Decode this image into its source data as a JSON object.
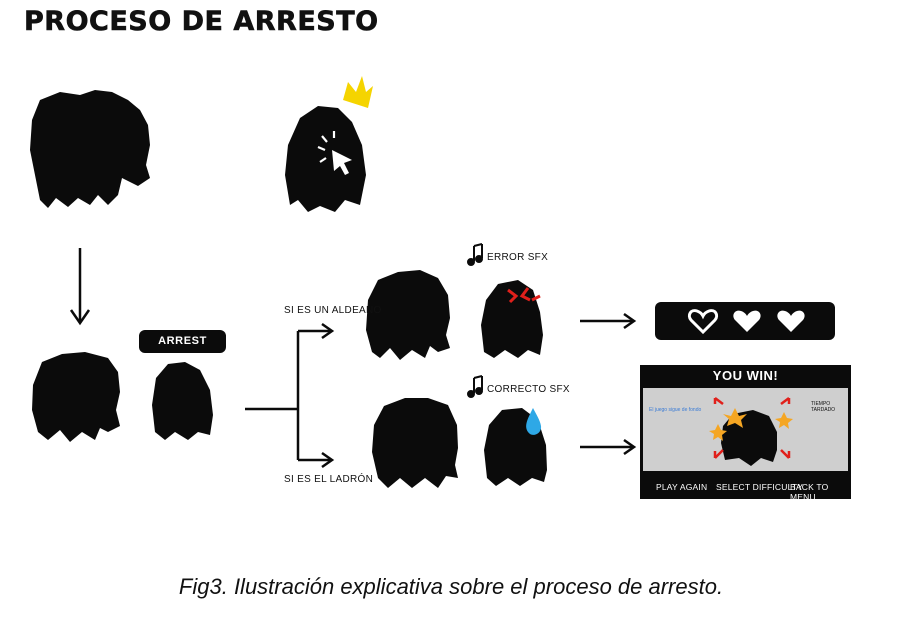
{
  "title": "PROCESO DE ARRESTO",
  "arrest_label": "ARREST",
  "branch_villager": "SI ES UN ALDEANO",
  "branch_thief": "SI ES EL LADRÓN",
  "sfx_error": "ERROR SFX",
  "sfx_correct": "CORRECTO SFX",
  "win_screen": {
    "title": "YOU WIN!",
    "left_note": "El juego sigue de fondo",
    "right_note": "TIEMPO TARDADO",
    "buttons": [
      "PLAY AGAIN",
      "SELECT DIFFICULTY",
      "BACK TO MENU"
    ]
  },
  "lives": {
    "hearts_total": 3,
    "hearts_filled": 2
  },
  "caption": "Fig3. Ilustración explicativa sobre el proceso de arresto.",
  "colors": {
    "ink": "#0b0b0b",
    "crown": "#f5d400",
    "anger": "#e0201b",
    "drop": "#2ea8e6",
    "star": "#f5a623",
    "note": "#3a7bd5"
  }
}
